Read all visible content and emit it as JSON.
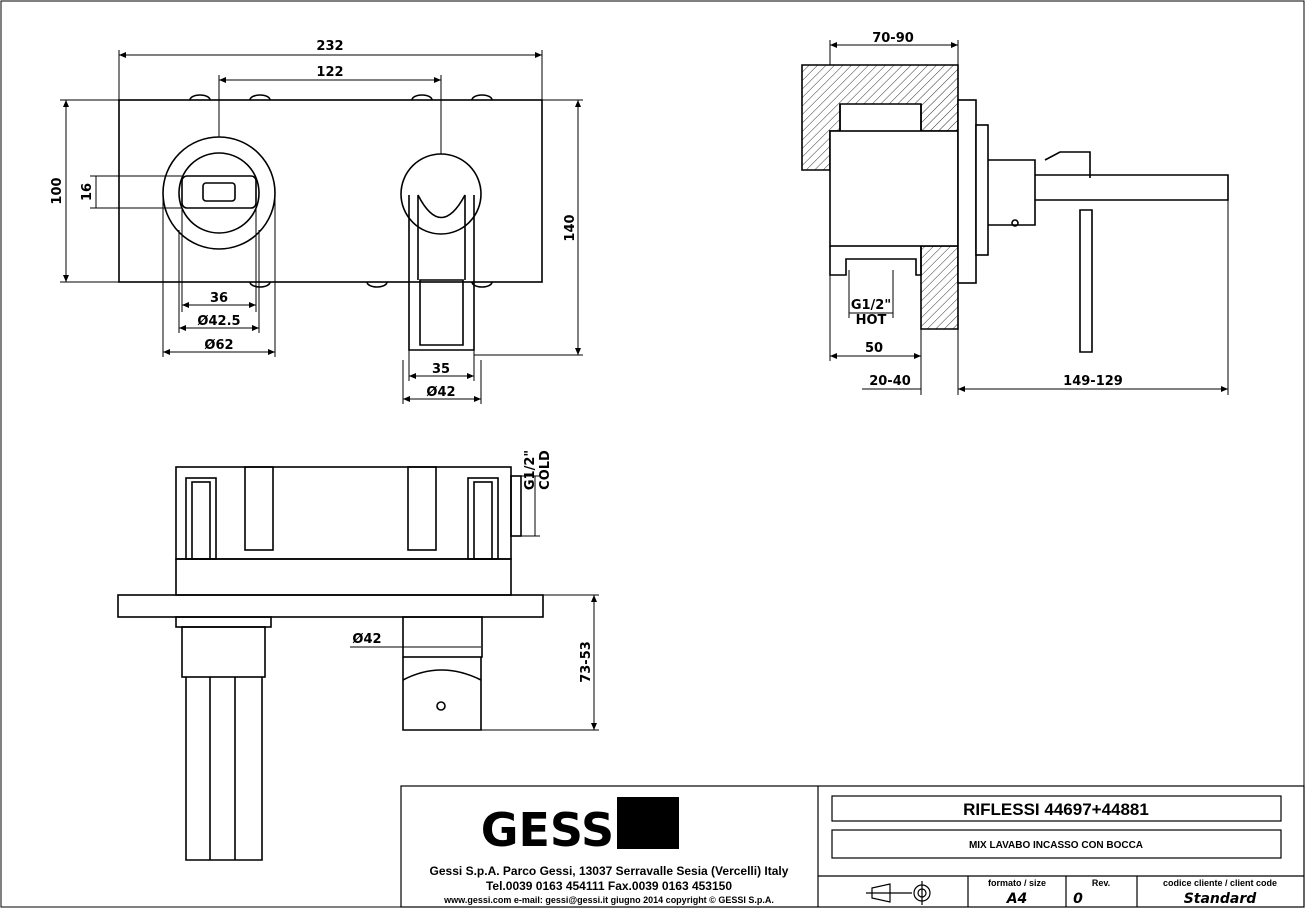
{
  "front_view": {
    "dims": {
      "w232": "232",
      "w122": "122",
      "h100": "100",
      "h16": "16",
      "h140": "140",
      "w36": "36",
      "d425": "Ø42.5",
      "d62": "Ø62",
      "w35": "35",
      "d42": "Ø42"
    }
  },
  "side_view": {
    "dims": {
      "wall": "70-90",
      "g12hot_a": "G1/2\"",
      "g12hot_b": "HOT",
      "d50": "50",
      "d2040": "20-40",
      "d149": "149-129"
    }
  },
  "top_view": {
    "dims": {
      "g12cold_a": "G1/2\"",
      "g12cold_b": "COLD",
      "d42": "Ø42",
      "h7353": "73-53"
    }
  },
  "title_block": {
    "logo": "GESSI",
    "company_line": "Gessi S.p.A. Parco Gessi, 13037 Serravalle Sesia (Vercelli) Italy",
    "phone_line": "Tel.0039 0163 454111 Fax.0039 0163 453150",
    "web_line": "www.gessi.com e-mail: gessi@gessi.it giugno 2014 copyright © GESSI S.p.A.",
    "title": "RIFLESSI 44697+44881",
    "subtitle": "MIX LAVABO INCASSO CON BOCCA",
    "format_label": "formato / size",
    "format_value": "A4",
    "rev_label": "Rev.",
    "rev_value": "0",
    "client_label": "codice cliente / client code",
    "client_value": "Standard"
  }
}
